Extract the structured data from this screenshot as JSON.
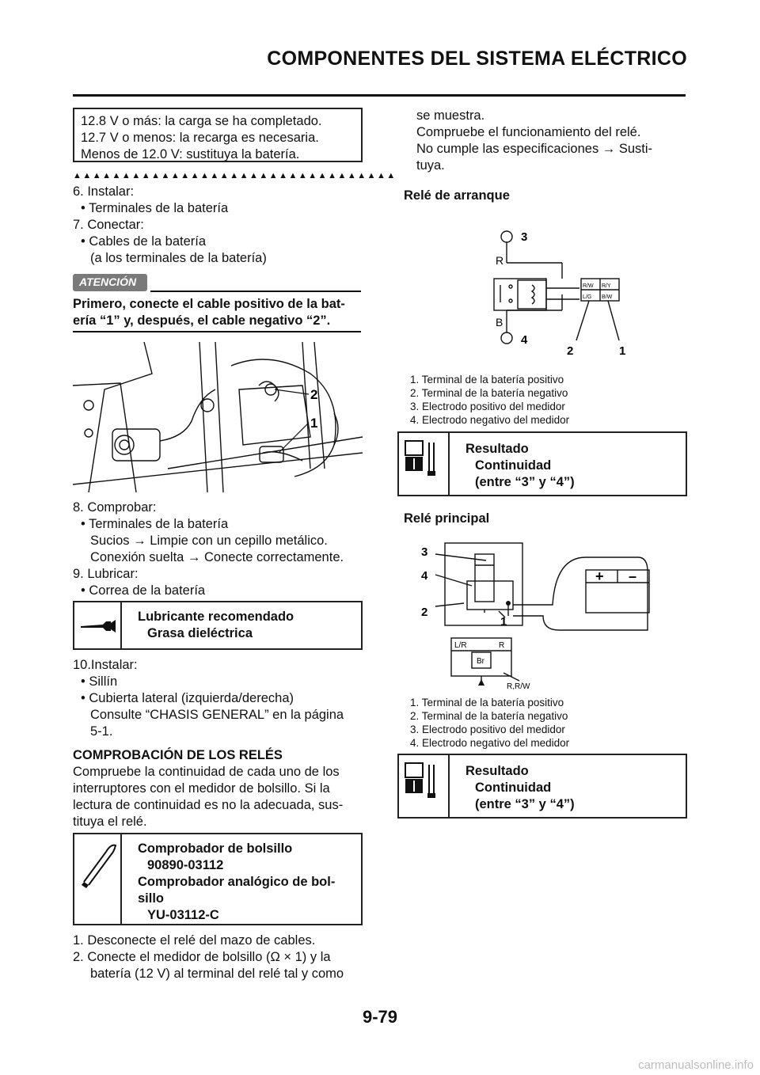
{
  "header": {
    "title": "COMPONENTES DEL SISTEMA ELÉCTRICO"
  },
  "left": {
    "voltage_box": [
      "12.8 V o más: la carga se ha completado.",
      "12.7 V o menos: la recarga es necesaria.",
      "Menos de 12.0 V: sustituya la batería."
    ],
    "triangles": "▲▲▲▲▲▲▲▲▲▲▲▲▲▲▲▲▲▲▲▲▲▲▲▲▲▲▲▲▲▲▲▲▲",
    "steps_a": [
      "6. Instalar:",
      "• Terminales de la batería",
      "7. Conectar:",
      "• Cables de la batería",
      "(a los terminales de la batería)"
    ],
    "attention_label": "ATENCIÓN",
    "attention_text": [
      "Primero, conecte el cable positivo de la bat-",
      "ería “1” y, después, el cable negativo “2”."
    ],
    "photo_callouts": [
      "2",
      "1"
    ],
    "steps_b": [
      "8. Comprobar:",
      "• Terminales de la batería",
      "Sucios → Limpie con un cepillo metálico.",
      "Conexión suelta → Conecte correctamente.",
      "9. Lubricar:",
      "• Correa de la batería"
    ],
    "lubricant_box": [
      "Lubricante recomendado",
      "Grasa dieléctrica"
    ],
    "steps_c": [
      "10.Instalar:",
      "• Sillín",
      "• Cubierta lateral (izquierda/derecha)",
      "Consulte “CHASIS GENERAL” en la página",
      "5-1."
    ],
    "section_title": "COMPROBACIÓN DE LOS RELÉS",
    "section_text": [
      "Compruebe la continuidad de cada uno de los",
      "interruptores con el medidor de bolsillo. Si la",
      "lectura de continuidad es no la adecuada, sus-",
      "tituya el relé."
    ],
    "tester_box": [
      "Comprobador de bolsillo",
      "90890-03112",
      "Comprobador analógico de bol-",
      "sillo",
      "YU-03112-C"
    ],
    "steps_d": [
      "1. Desconecte el relé del mazo de cables.",
      "2. Conecte el medidor de bolsillo (Ω × 1) y la",
      "batería (12 V) al terminal del relé tal y como"
    ]
  },
  "right": {
    "intro": [
      "se muestra.",
      "Compruebe el funcionamiento del relé.",
      "No cumple las especificaciones → Susti-",
      "tuya."
    ],
    "starter_title": "Relé de arranque",
    "starter_diagram": {
      "labels": [
        "3",
        "4",
        "2",
        "1",
        "R",
        "B"
      ],
      "connector": [
        "R/W",
        "R/Y",
        "L/G",
        "B/W"
      ]
    },
    "legend1": [
      "1. Terminal de la batería positivo",
      "2. Terminal de la batería negativo",
      "3. Electrodo positivo del medidor",
      "4. Electrodo negativo del medidor"
    ],
    "result1": [
      "Resultado",
      "Continuidad",
      "(entre “3” y “4”)"
    ],
    "main_title": "Relé principal",
    "main_diagram": {
      "labels": [
        "3",
        "4",
        "2",
        "1"
      ],
      "connector": [
        "L/R",
        "R",
        "Br",
        "R,R/W"
      ],
      "battery": [
        "+",
        "–"
      ]
    },
    "legend2": [
      "1. Terminal de la batería positivo",
      "2. Terminal de la batería negativo",
      "3. Electrodo positivo del medidor",
      "4. Electrodo negativo del medidor"
    ],
    "result2": [
      "Resultado",
      "Continuidad",
      "(entre “3” y “4”)"
    ]
  },
  "footer": {
    "page": "9-79",
    "watermark": "carmanualsonline.info"
  }
}
